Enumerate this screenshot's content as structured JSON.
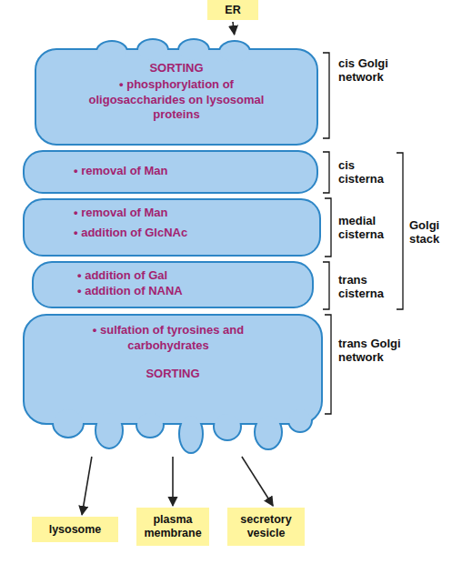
{
  "diagram": {
    "nodes": [
      {
        "text": [
          "ER"
        ]
      },
      {
        "text": [
          "SORTING",
          "• phosphorylation of oligosaccharides on lysosomal proteins"
        ]
      },
      {
        "text": [
          "• removal of Man"
        ]
      },
      {
        "text": [
          "• removal of Man",
          "• addition of GlcNAc"
        ]
      },
      {
        "text": [
          "• addition of Gal",
          "• addition of NANA"
        ]
      },
      {
        "text": [
          "• sulfation of tyrosines and carbohydrates",
          "SORTING"
        ]
      },
      {
        "text": [
          "lysosome"
        ]
      },
      {
        "text": [
          "plasma membrane"
        ]
      },
      {
        "text": [
          "secretory vesicle"
        ]
      }
    ],
    "edges": [
      {
        "from": 0,
        "to": 1,
        "arrow": "to"
      },
      {
        "from": 5,
        "to": 6,
        "arrow": "to"
      },
      {
        "from": 5,
        "to": 7,
        "arrow": "to"
      },
      {
        "from": 5,
        "to": 8,
        "arrow": "to"
      }
    ],
    "labels": [
      "cis Golgi network",
      "cis cisterna",
      "Golgi stack",
      "medial cisterna",
      "trans cisterna",
      "trans Golgi network"
    ]
  }
}
